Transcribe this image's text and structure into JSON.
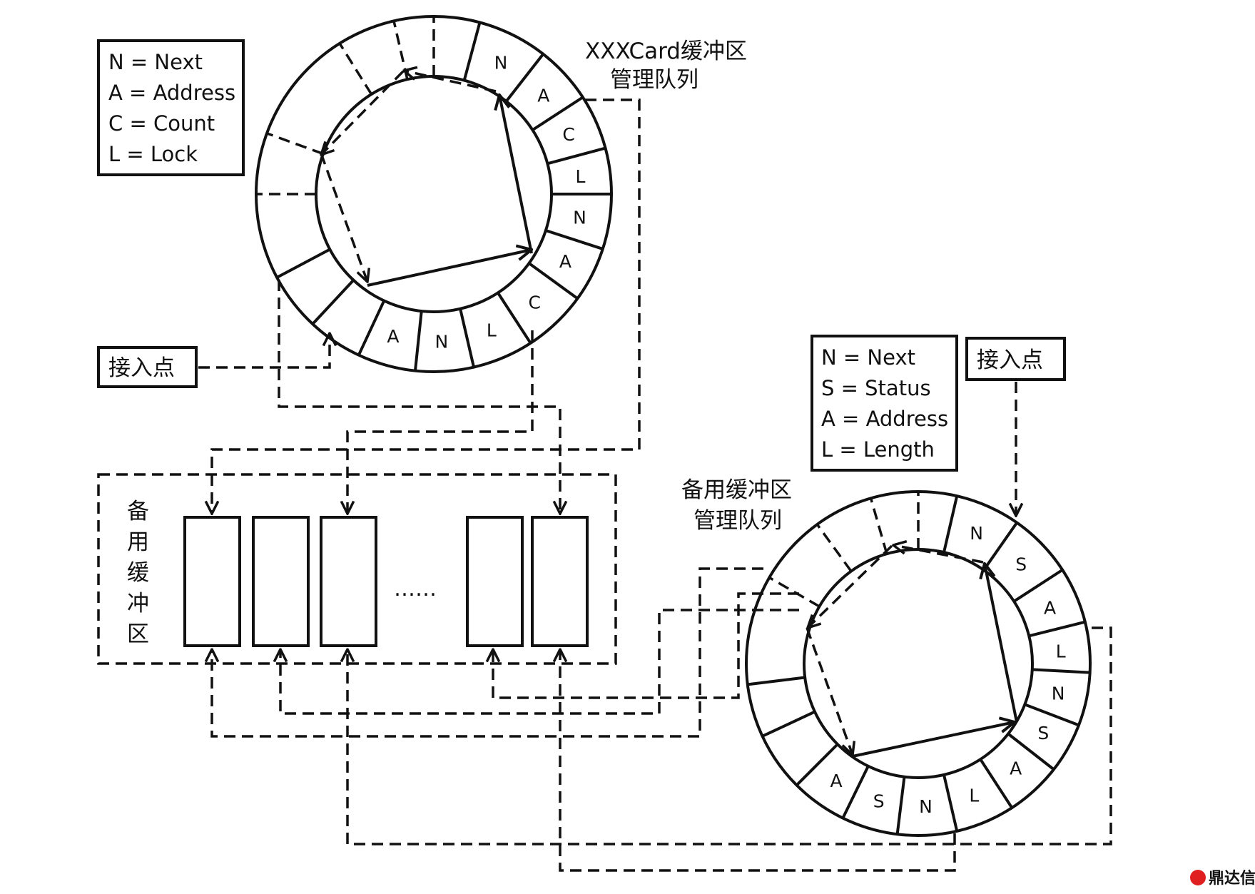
{
  "top_ring": {
    "title_line1": "XXXCard缓冲区",
    "title_line2": "管理队列",
    "cells": [
      "N",
      "A",
      "C",
      "L",
      "N",
      "A",
      "C",
      "L",
      "N",
      "A"
    ],
    "legend": [
      "N = Next",
      "A = Address",
      "C = Count",
      "L = Lock"
    ],
    "entry_label": "接入点"
  },
  "bottom_ring": {
    "title_line1": "备用缓冲区",
    "title_line2": "管理队列",
    "cells": [
      "N",
      "S",
      "A",
      "L",
      "N",
      "S",
      "A",
      "L",
      "N",
      "S",
      "A"
    ],
    "legend": [
      "N = Next",
      "S = Status",
      "A = Address",
      "L = Length"
    ],
    "entry_label": "接入点"
  },
  "buffer_pool": {
    "label_chars": [
      "备",
      "用",
      "缓",
      "冲",
      "区"
    ],
    "ellipsis": "……",
    "slot_count": 5
  },
  "watermark": {
    "text": "鼎达信",
    "color": "#e02020"
  }
}
